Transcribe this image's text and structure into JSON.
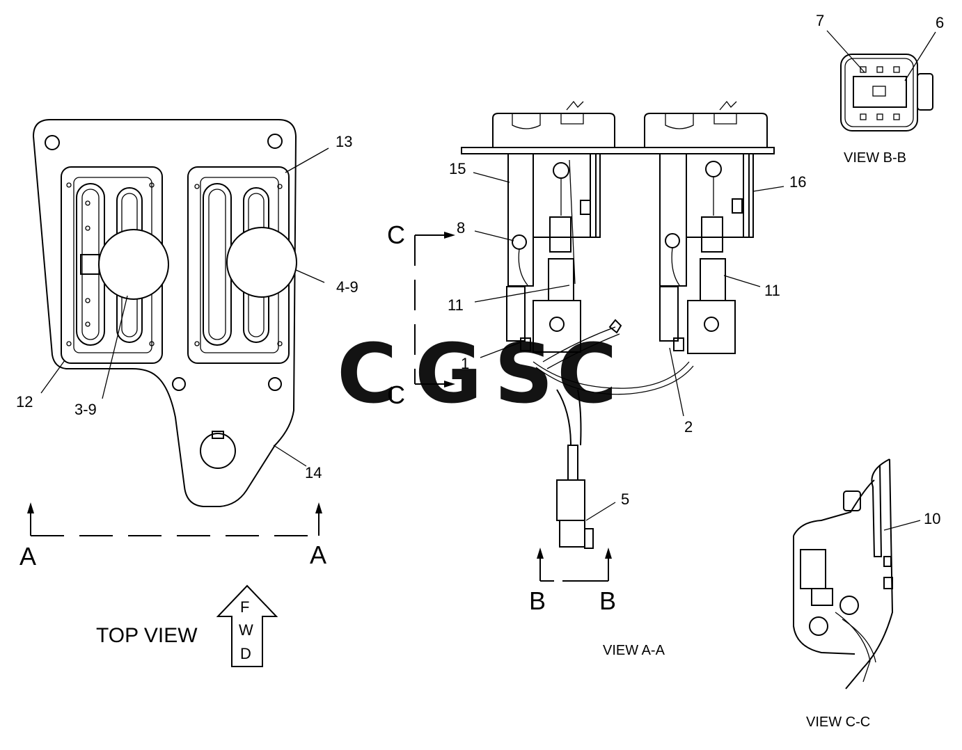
{
  "views": {
    "top_view": {
      "caption": "TOP VIEW",
      "fwd_letters": [
        "F",
        "W",
        "D"
      ],
      "section_letters": [
        "A",
        "A"
      ]
    },
    "view_aa": {
      "caption": "VIEW A-A",
      "section_c_letters": [
        "C",
        "C"
      ],
      "section_b_letters": [
        "B",
        "B"
      ]
    },
    "view_bb": {
      "caption": "VIEW B-B"
    },
    "view_cc": {
      "caption": "VIEW C-C"
    }
  },
  "callouts": {
    "c1": "1",
    "c2": "2",
    "c3_9": "3-9",
    "c4_9": "4-9",
    "c5": "5",
    "c6": "6",
    "c7": "7",
    "c8": "8",
    "c10": "10",
    "c11a": "11",
    "c11b": "11",
    "c12": "12",
    "c13": "13",
    "c14": "14",
    "c15": "15",
    "c16": "16"
  },
  "watermark": {
    "letters": [
      "C",
      "G",
      "S",
      "C"
    ],
    "colors": [
      "#7fb0f5",
      "#f28b82",
      "#fde293",
      "#81c995"
    ]
  }
}
